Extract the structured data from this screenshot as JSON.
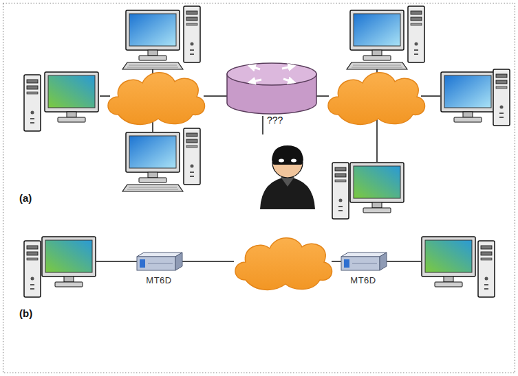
{
  "diagram": {
    "nodes": [
      {
        "text": [
          "MT6D"
        ]
      },
      {
        "text": [
          "MT6D"
        ]
      }
    ],
    "labels": [
      "(a)",
      "???",
      "(b)"
    ]
  }
}
